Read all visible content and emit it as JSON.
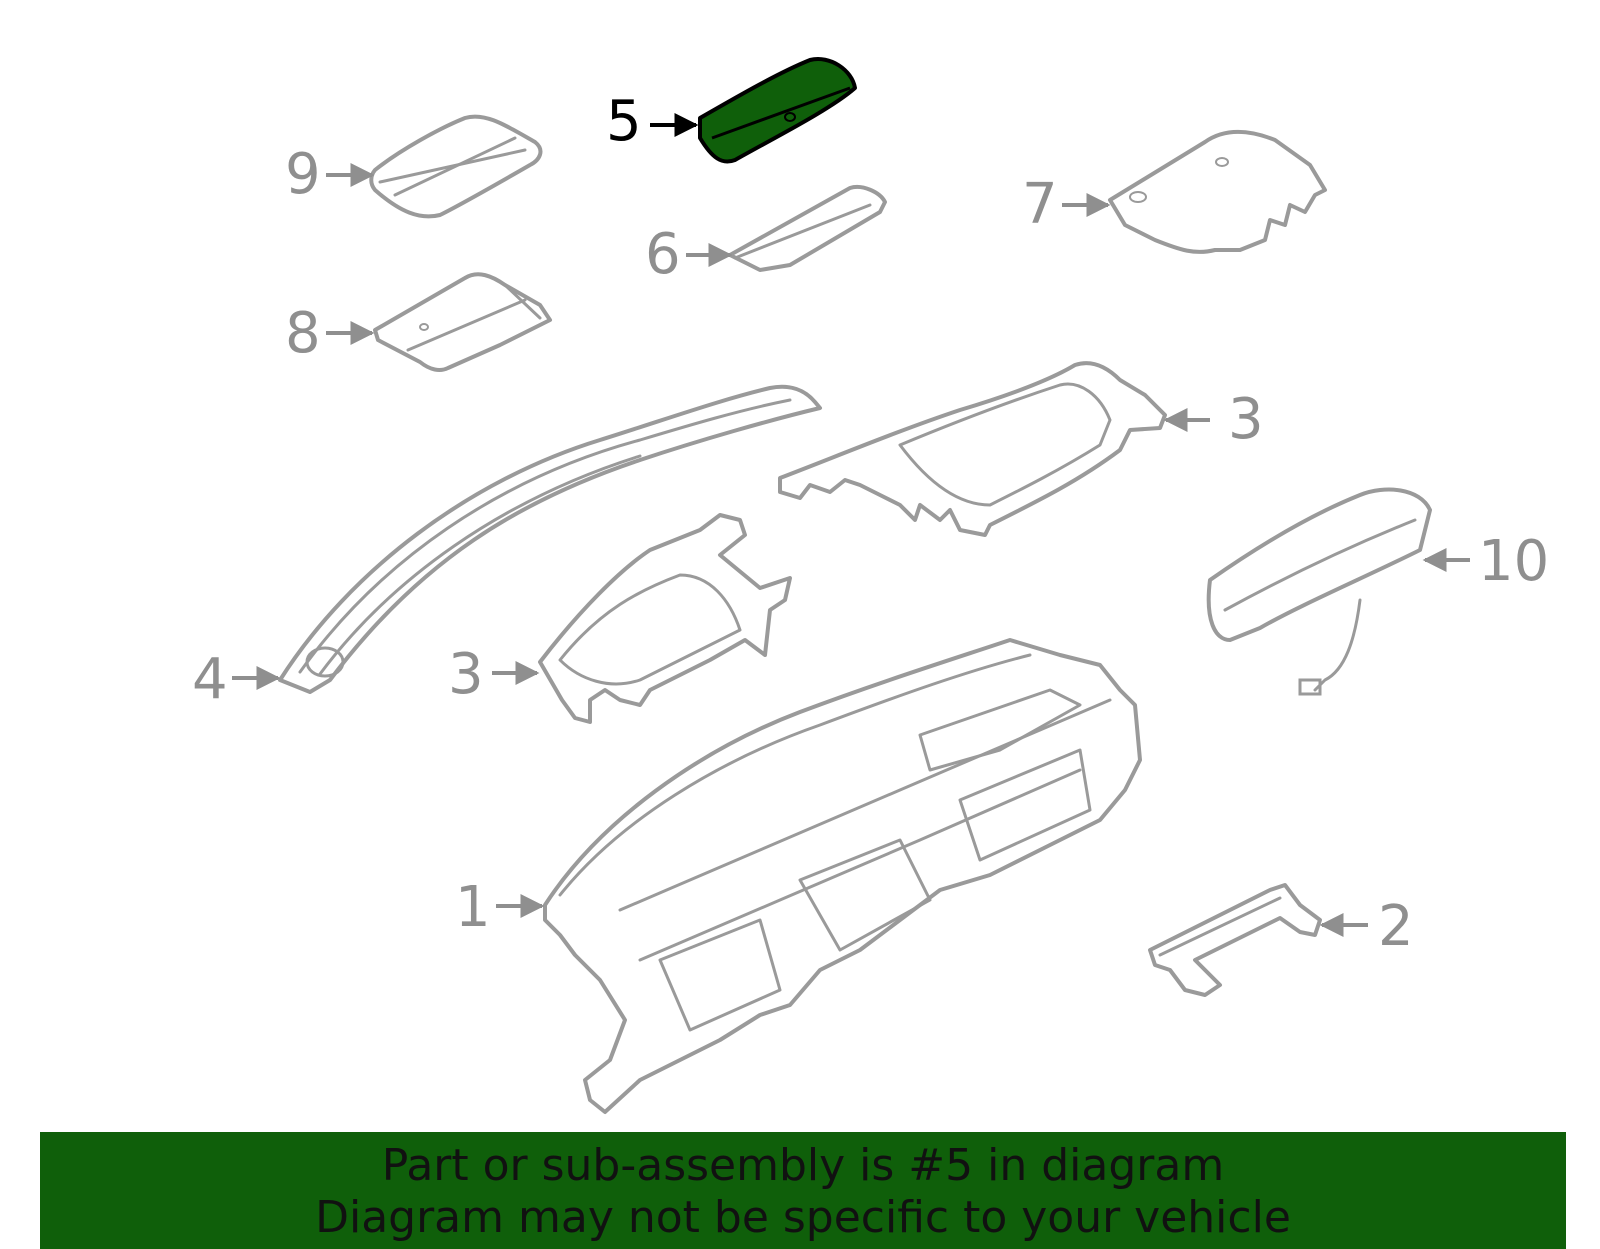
{
  "colors": {
    "highlight": "#0f5f0a",
    "line": "#9a9a9a",
    "label": "#8f8f8f",
    "banner_bg": "#0f5f0a",
    "banner_text": "#111111"
  },
  "callouts": {
    "c1": "1",
    "c2": "2",
    "c3a": "3",
    "c3b": "3",
    "c4": "4",
    "c5": "5",
    "c6": "6",
    "c7": "7",
    "c8": "8",
    "c9": "9",
    "c10": "10"
  },
  "highlighted_part": "5",
  "banner": {
    "line1": "Part or sub-assembly is #5 in diagram",
    "line2": "Diagram may not be specific to your vehicle"
  }
}
